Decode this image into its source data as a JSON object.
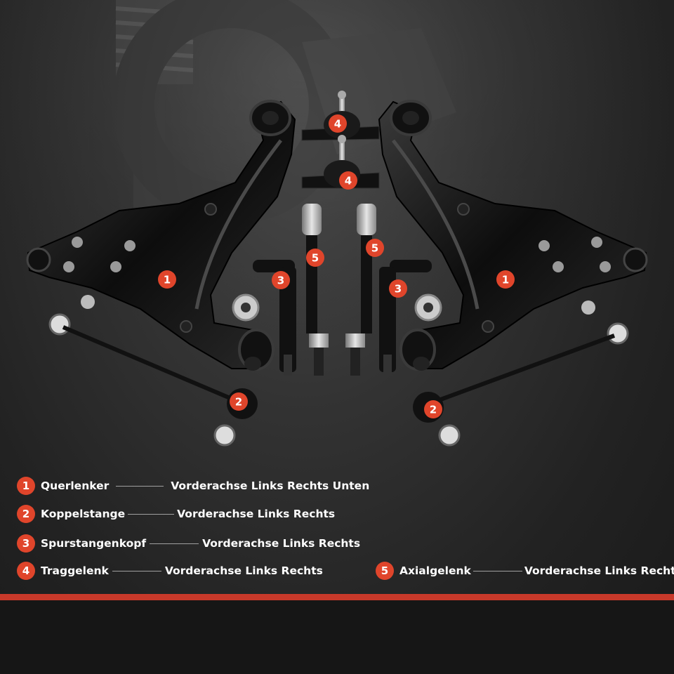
{
  "legend": [
    {
      "number": "1",
      "part": "Querlenker",
      "position_text": "Vorderachse Links Rechts Unten"
    },
    {
      "number": "2",
      "part": "Koppelstange",
      "position_text": "Vorderachse Links Rechts"
    },
    {
      "number": "3",
      "part": "Spurstangenkopf",
      "position_text": "Vorderachse Links Rechts"
    },
    {
      "number": "4",
      "part": "Traggelenk",
      "position_text": "Vorderachse Links Rechts"
    },
    {
      "number": "5",
      "part": "Axialgelenk",
      "position_text": "Vorderachse Links Rechts"
    }
  ],
  "colors": {
    "accent": "#e0452b",
    "bar": "#c8392a",
    "text": "#ffffff"
  }
}
